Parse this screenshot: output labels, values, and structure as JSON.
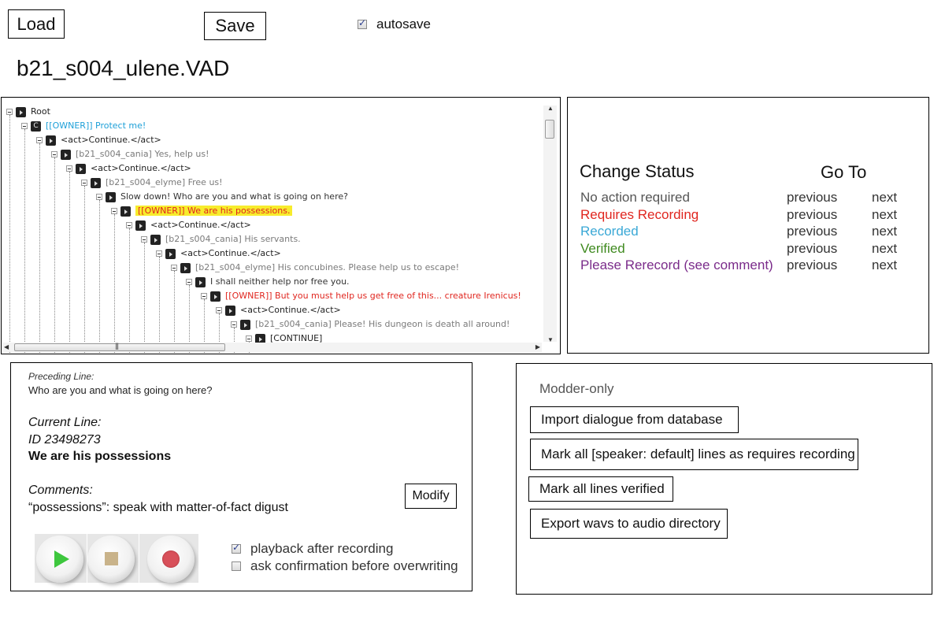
{
  "toolbar": {
    "load_label": "Load",
    "save_label": "Save",
    "autosave_label": "autosave",
    "autosave_checked": true
  },
  "file_title": "b21_s004_ulene.VAD",
  "tree": {
    "rows": [
      {
        "text": "Root",
        "color": "#222222",
        "icon": "play",
        "highlight": false
      },
      {
        "text": "[[OWNER]] Protect me!",
        "color": "#1ea0d8",
        "icon": "c",
        "highlight": false
      },
      {
        "text": "<act>Continue.</act>",
        "color": "#222222",
        "icon": "play",
        "highlight": false
      },
      {
        "text": "[b21_s004_cania] Yes, help us!",
        "color": "#7a7a7a",
        "icon": "play",
        "highlight": false
      },
      {
        "text": "<act>Continue.</act>",
        "color": "#222222",
        "icon": "play",
        "highlight": false
      },
      {
        "text": "[b21_s004_elyme] Free us!",
        "color": "#7a7a7a",
        "icon": "play",
        "highlight": false
      },
      {
        "text": "Slow down! Who are you and what is going on here?",
        "color": "#333333",
        "icon": "play",
        "highlight": false
      },
      {
        "text": "[[OWNER]] We are his possessions.",
        "color": "#e0261f",
        "icon": "play",
        "highlight": true
      },
      {
        "text": "<act>Continue.</act>",
        "color": "#222222",
        "icon": "play",
        "highlight": false
      },
      {
        "text": "[b21_s004_cania] His servants.",
        "color": "#7a7a7a",
        "icon": "play",
        "highlight": false
      },
      {
        "text": "<act>Continue.</act>",
        "color": "#222222",
        "icon": "play",
        "highlight": false
      },
      {
        "text": "[b21_s004_elyme] His concubines. Please help us to escape!",
        "color": "#7a7a7a",
        "icon": "play",
        "highlight": false
      },
      {
        "text": "I shall neither help nor free you.",
        "color": "#333333",
        "icon": "play",
        "highlight": false
      },
      {
        "text": "[[OWNER]] But you must help us get free of this... creature Irenicus!",
        "color": "#e0261f",
        "icon": "play",
        "highlight": false
      },
      {
        "text": "<act>Continue.</act>",
        "color": "#222222",
        "icon": "play",
        "highlight": false
      },
      {
        "text": "[b21_s004_cania] Please! His dungeon is death all around!",
        "color": "#7a7a7a",
        "icon": "play",
        "highlight": false
      },
      {
        "text": "[CONTINUE]",
        "color": "#222222",
        "icon": "play",
        "highlight": false
      }
    ],
    "icon_c_letter": "C",
    "hscroll_grip": "|||"
  },
  "status": {
    "change_status_title": "Change Status",
    "goto_title": "Go To",
    "rows": [
      {
        "label": "No action required",
        "color": "#555555",
        "previous": "previous",
        "next": "next"
      },
      {
        "label": "Requires Recording",
        "color": "#e0261f",
        "previous": "previous",
        "next": "next"
      },
      {
        "label": "Recorded",
        "color": "#3aa8d6",
        "previous": "previous",
        "next": "next"
      },
      {
        "label": "Verified",
        "color": "#3f8a1f",
        "previous": "previous",
        "next": "next"
      },
      {
        "label": "Please Rerecord (see comment)",
        "color": "#7a2b8a",
        "previous": "previous",
        "next": "next"
      }
    ]
  },
  "detail": {
    "preceding_label": "Preceding Line:",
    "preceding_text": "Who are you and what is going on here?",
    "current_label": "Current Line:",
    "current_id": "ID 23498273",
    "current_text": "We are his possessions",
    "comments_label": "Comments:",
    "comments_text": "“possessions”: speak with matter-of-fact digust",
    "modify_label": "Modify",
    "playback_label": "playback after recording",
    "playback_checked": true,
    "confirm_label": "ask confirmation before overwriting",
    "confirm_checked": false
  },
  "modder": {
    "title": "Modder-only",
    "buttons": [
      "Import dialogue from database",
      "Mark all [speaker: default] lines as requires recording",
      "Mark all lines verified",
      "Export wavs to audio directory"
    ]
  },
  "icons": {
    "play": "play-icon",
    "stop": "stop-icon",
    "record": "record-icon"
  },
  "colors": {
    "play_green": "#3ec73e",
    "stop_tan": "#c9b38a",
    "record_red": "#d8505a",
    "highlight_yellow": "#f7ec2c"
  }
}
